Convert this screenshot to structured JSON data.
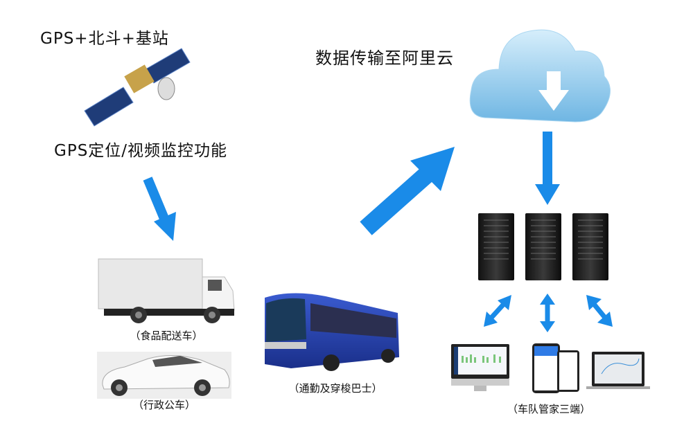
{
  "labels": {
    "positioning_source": "GPS+北斗+基站",
    "functions": "GPS定位/视频监控功能",
    "cloud_transfer": "数据传输至阿里云",
    "truck_caption": "（食品配送车）",
    "car_caption": "（行政公车）",
    "bus_caption": "（通勤及穿梭巴士）",
    "devices_caption": "（车队管家三端）"
  },
  "colors": {
    "arrow": "#1a8be8",
    "cloud": "#8ec9ec",
    "bus": "#1f3fa8"
  }
}
